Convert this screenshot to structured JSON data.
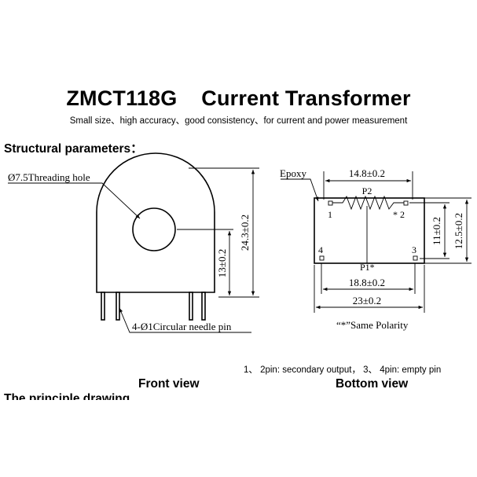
{
  "header": {
    "title": "ZMCT118G    Current Transformer",
    "subtitle": "Small size、high accuracy、good consistency、for current and power measurement"
  },
  "section_title": "Structural parameters：",
  "front_view": {
    "label": "Front view",
    "hole_label": "Ø7.5Threading hole",
    "pin_label": "4-Ø1Circular needle pin",
    "dim_height_total": "24.3±0.2",
    "dim_center_height": "13±0.2"
  },
  "bottom_view": {
    "label": "Bottom view",
    "epoxy_label": "Epoxy",
    "dim_top_width": "14.8±0.2",
    "dim_pin_span": "18.8±0.2",
    "dim_total_width": "23±0.2",
    "dim_pin_height": "11±0.2",
    "dim_total_height": "12.5±0.2",
    "p2_label": "P2",
    "p1_label": "P1*",
    "pin1": "1",
    "pin2": "* 2",
    "pin3": "3",
    "pin4": "4",
    "polarity_note": "“*”Same Polarity"
  },
  "pin_note": "1、 2pin: secondary output， 3、 4pin: empty pin",
  "next_section_fragment": "The principle drawing…"
}
